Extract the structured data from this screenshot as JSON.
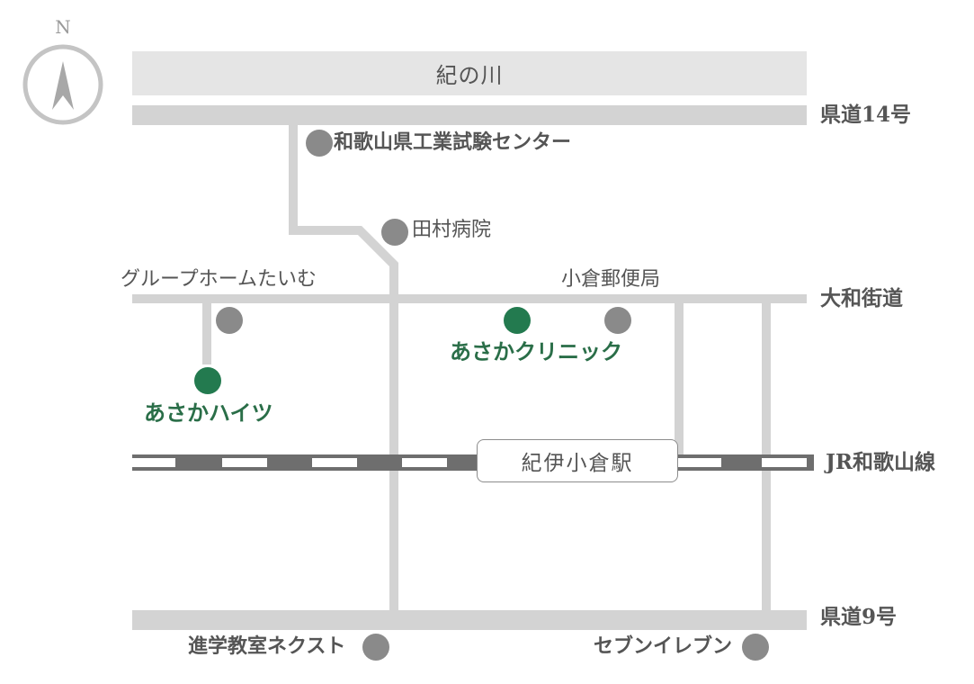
{
  "compass": {
    "label": "N"
  },
  "river": {
    "label": "紀の川"
  },
  "roads": {
    "prefectural_14": "県道14号",
    "yamato_kaido": "大和街道",
    "jr_line": "JR和歌山線",
    "prefectural_9": "県道9号"
  },
  "station": {
    "label": "紀伊小倉駅"
  },
  "landmarks": {
    "industrial_center": "和歌山県工業試験センター",
    "tamura_hospital": "田村病院",
    "group_home": "グループホームたいむ",
    "post_office": "小倉郵便局",
    "school": "進学教室ネクスト",
    "seven_eleven": "セブンイレブン"
  },
  "highlights": {
    "heights": "あさかハイツ",
    "clinic": "あさかクリニック"
  },
  "colors": {
    "road": "#d3d3d3",
    "river": "#e5e5e5",
    "marker_gray": "#8a8a8a",
    "marker_green": "#237a4f",
    "highlight_text": "#2a6e48",
    "rail": "#6e6e6e"
  },
  "icons": {
    "compass": "north-arrow-icon"
  }
}
